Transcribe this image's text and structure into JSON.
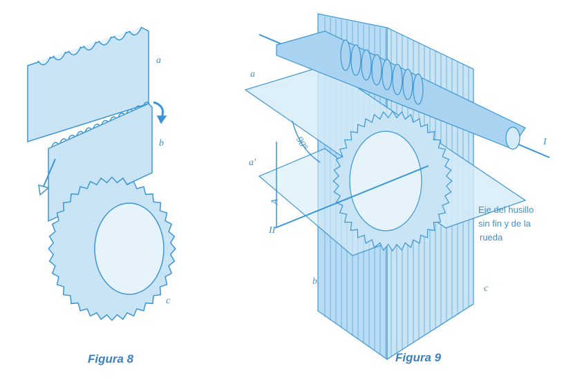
{
  "figure8": {
    "caption": "Figura 8",
    "labels": {
      "a": "a",
      "b": "b",
      "c": "c"
    }
  },
  "figure9": {
    "caption": "Figura 9",
    "labels": {
      "a": "a",
      "a_prime": "a'",
      "angle": "90°",
      "A": "A",
      "II": "II",
      "I": "I",
      "b": "b",
      "c": "c"
    },
    "axis_note": [
      "Eje del husillo",
      "sin fin y de la",
      "rueda"
    ]
  },
  "colors": {
    "fill": "#c9e4f5",
    "fill_dark": "#a9d3f0",
    "stroke": "#3a95d6"
  }
}
